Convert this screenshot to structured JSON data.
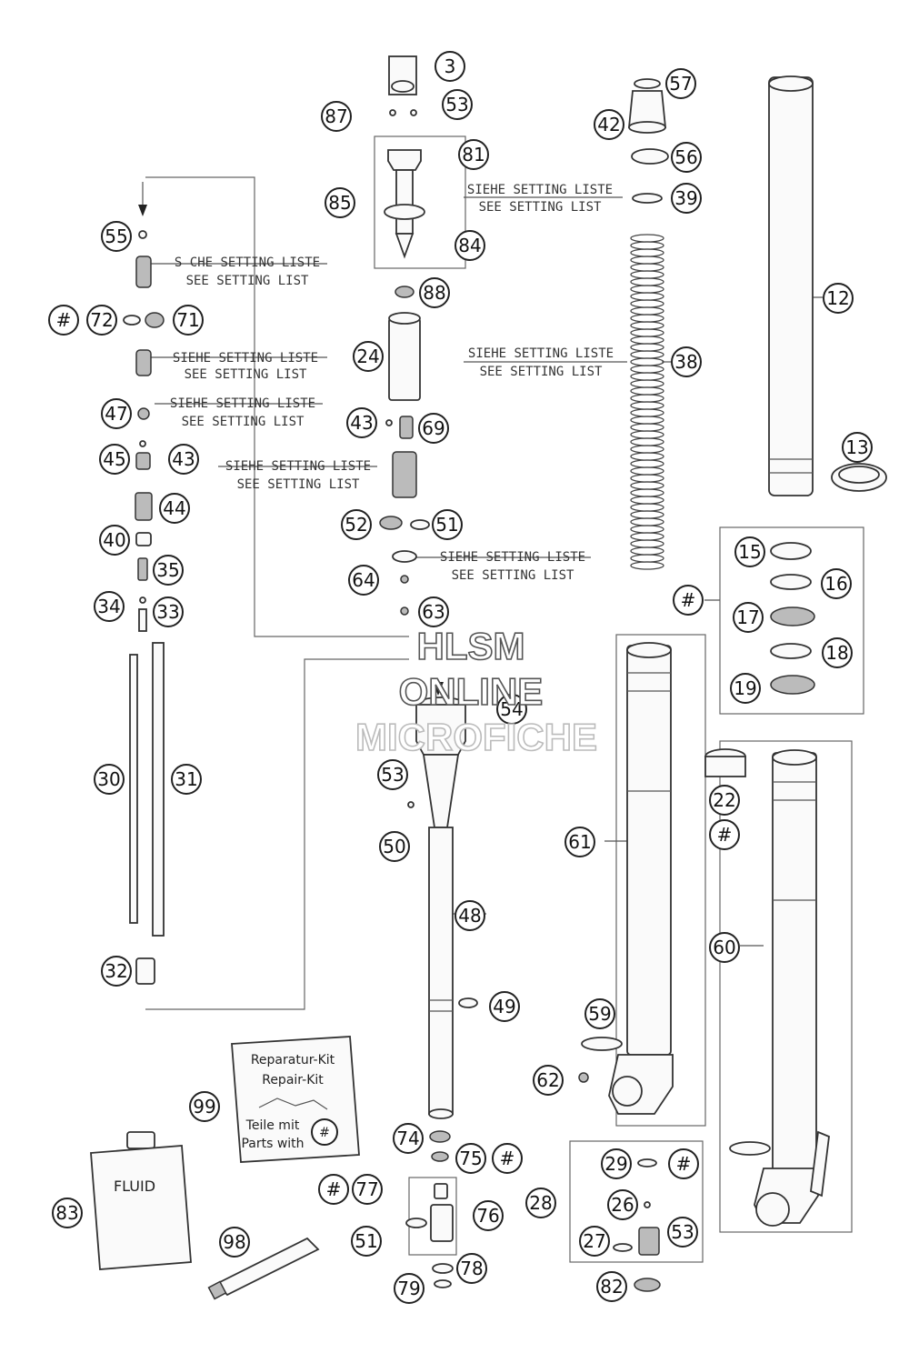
{
  "callouts": [
    {
      "label": "3"
    },
    {
      "label": "87"
    },
    {
      "label": "53"
    },
    {
      "label": "81"
    },
    {
      "label": "85"
    },
    {
      "label": "84"
    },
    {
      "label": "57"
    },
    {
      "label": "42"
    },
    {
      "label": "56"
    },
    {
      "label": "39"
    },
    {
      "label": "12"
    },
    {
      "label": "13"
    },
    {
      "label": "55"
    },
    {
      "label": "#"
    },
    {
      "label": "72"
    },
    {
      "label": "71"
    },
    {
      "label": "88"
    },
    {
      "label": "24"
    },
    {
      "label": "38"
    },
    {
      "label": "47"
    },
    {
      "label": "43"
    },
    {
      "label": "69"
    },
    {
      "label": "45"
    },
    {
      "label": "43"
    },
    {
      "label": "44"
    },
    {
      "label": "40"
    },
    {
      "label": "35"
    },
    {
      "label": "34"
    },
    {
      "label": "33"
    },
    {
      "label": "52"
    },
    {
      "label": "51"
    },
    {
      "label": "64"
    },
    {
      "label": "63"
    },
    {
      "label": "15"
    },
    {
      "label": "16"
    },
    {
      "label": "#"
    },
    {
      "label": "17"
    },
    {
      "label": "18"
    },
    {
      "label": "19"
    },
    {
      "label": "54"
    },
    {
      "label": "30"
    },
    {
      "label": "31"
    },
    {
      "label": "53"
    },
    {
      "label": "50"
    },
    {
      "label": "61"
    },
    {
      "label": "22"
    },
    {
      "label": "#"
    },
    {
      "label": "48"
    },
    {
      "label": "60"
    },
    {
      "label": "32"
    },
    {
      "label": "49"
    },
    {
      "label": "59"
    },
    {
      "label": "62"
    },
    {
      "label": "99"
    },
    {
      "label": "74"
    },
    {
      "label": "75"
    },
    {
      "label": "#"
    },
    {
      "label": "29"
    },
    {
      "label": "#"
    },
    {
      "label": "#"
    },
    {
      "label": "77"
    },
    {
      "label": "28"
    },
    {
      "label": "26"
    },
    {
      "label": "83"
    },
    {
      "label": "76"
    },
    {
      "label": "53"
    },
    {
      "label": "27"
    },
    {
      "label": "51"
    },
    {
      "label": "98"
    },
    {
      "label": "78"
    },
    {
      "label": "79"
    },
    {
      "label": "82"
    }
  ],
  "notes": {
    "n1_de": "S CHE SETTING LISTE",
    "n1_en": "SEE SETTING LIST",
    "n2_de": "SIEHE SETTING LISTE",
    "n2_en": "SEE SETTING LIST",
    "n3_de": "SIEHE SETTING LISTE",
    "n3_en": "SEE SETTING LIST",
    "n4_de": "SIEHE SETTING LISTE",
    "n4_en": "SEE SETTING LIST",
    "n5_de": "SIEHE SETTING LISTE",
    "n5_en": "SEE SETTING LIST",
    "n6_de": "SIEHE SETTING LISTE",
    "n6_en": "SEE SETTING LIST",
    "n7_de": "SIEHE SETTING LISTE",
    "n7_en": "SEE SETTING LIST"
  },
  "kit": {
    "title_de": "Reparatur-Kit",
    "title_en": "Repair-Kit",
    "parts_de": "Teile mit",
    "parts_en": "Parts with",
    "hash": "#"
  },
  "fluid_label": "FLUID",
  "watermark": {
    "line1": "HLSM",
    "line2": "ONLINE",
    "line3": "MICROFICHE"
  }
}
